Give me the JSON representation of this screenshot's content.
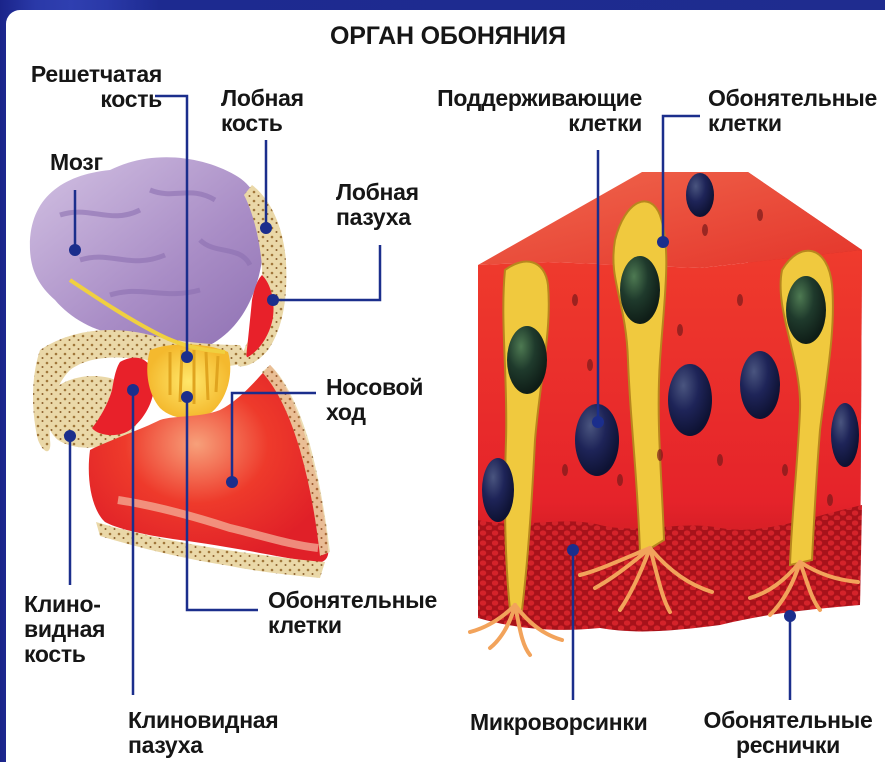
{
  "title": "ОРГАН ОБОНЯНИЯ",
  "labels": {
    "ethmoid_bone": [
      "Решетчатая",
      "кость"
    ],
    "frontal_bone": [
      "Лобная",
      "кость"
    ],
    "brain": [
      "Мозг"
    ],
    "frontal_sinus": [
      "Лобная",
      "пазуха"
    ],
    "nasal_passage": [
      "Носовой",
      "ход"
    ],
    "sphenoid_bone": [
      "Клино-",
      "видная",
      "кость"
    ],
    "sphenoid_sinus": [
      "Клиновидная",
      "пазуха"
    ],
    "olfactory_cells_left": [
      "Обонятельные",
      "клетки"
    ],
    "supporting_cells": [
      "Поддерживающие",
      "клетки"
    ],
    "olfactory_cells_right": [
      "Обонятельные",
      "клетки"
    ],
    "microvilli": [
      "Микроворсинки"
    ],
    "olfactory_cilia": [
      "Обонятельные",
      "реснички"
    ]
  },
  "colors": {
    "frame": "#1f2c8f",
    "leader_line": "#1b2e8c",
    "dot": "#1b2e8c",
    "brain": "#b9a3cf",
    "bone": "#e8d9b0",
    "mucosa_red": "#e8212a",
    "mucosa_light": "#f26a5a",
    "cell_yellow": "#f0c93e",
    "nucleus": "#1e2250",
    "cilia": "#f2a35b"
  }
}
